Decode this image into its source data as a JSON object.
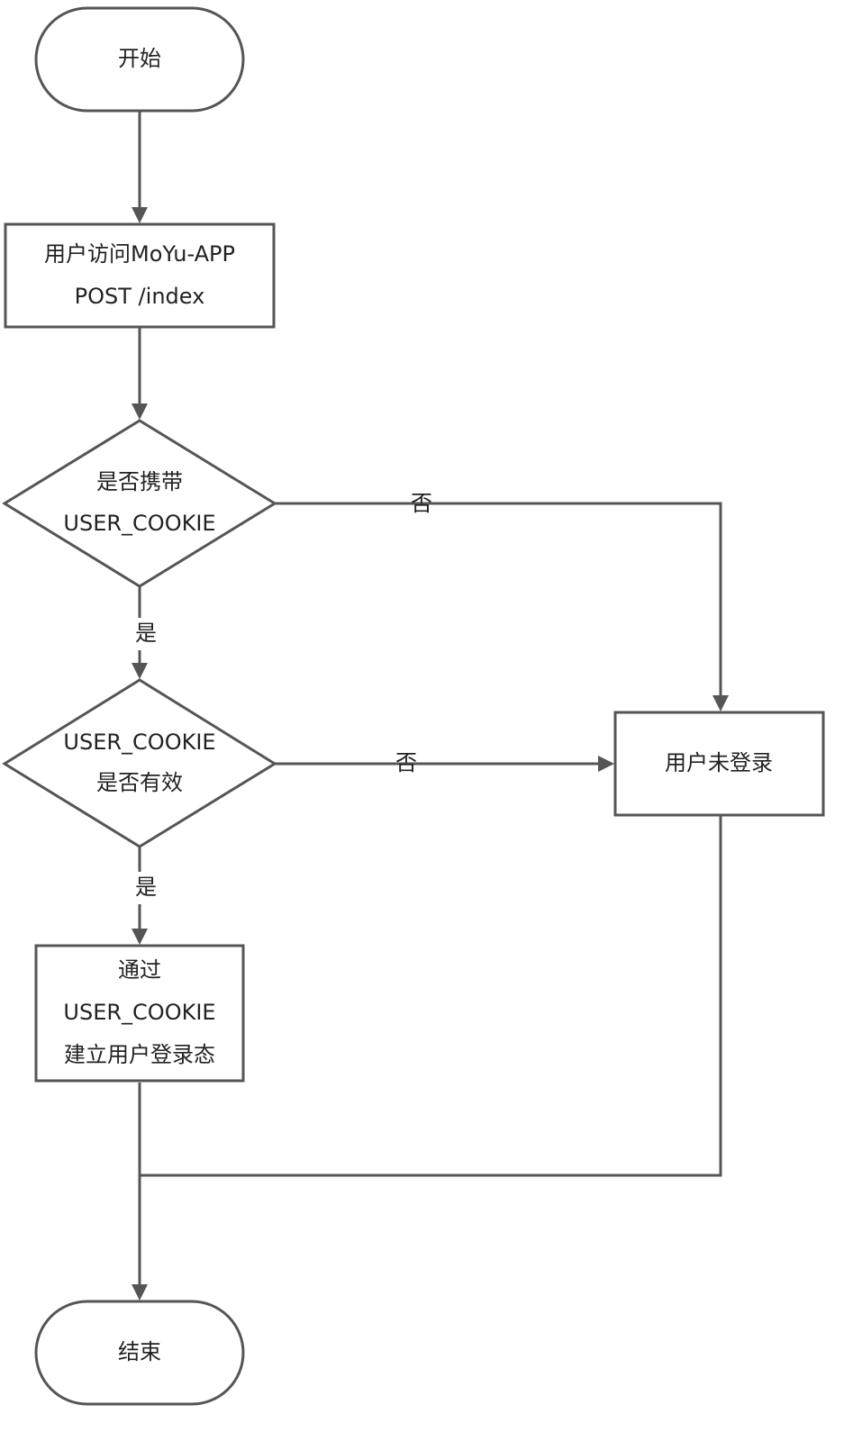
{
  "nodes": {
    "start": {
      "label": "开始"
    },
    "visit": {
      "lines": [
        "用户访问MoYu-APP",
        "POST /index"
      ]
    },
    "has_cookie": {
      "lines": [
        "是否携带",
        "USER_COOKIE"
      ]
    },
    "cookie_valid": {
      "lines": [
        "USER_COOKIE",
        "是否有效"
      ]
    },
    "login": {
      "lines": [
        "通过",
        "USER_COOKIE",
        "建立用户登录态"
      ]
    },
    "not_logged_in": {
      "label": "用户未登录"
    },
    "end": {
      "label": "结束"
    }
  },
  "edges": {
    "has_cookie_yes": "是",
    "has_cookie_no": "否",
    "cookie_valid_yes": "是",
    "cookie_valid_no": "否"
  },
  "colors": {
    "stroke": "#555555",
    "text": "#222222",
    "background": "#ffffff"
  }
}
